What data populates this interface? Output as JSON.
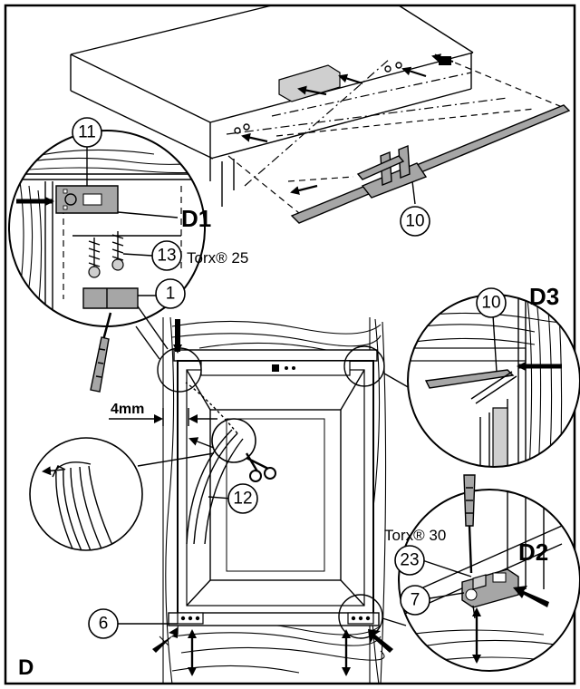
{
  "labels": {
    "figure": "D",
    "detail_d1": "D1",
    "detail_d2": "D2",
    "detail_d3": "D3",
    "torx_25": "Torx® 25",
    "torx_30": "Torx® 30",
    "gap": "4mm"
  },
  "callouts": {
    "c1": "1",
    "c6": "6",
    "c7": "7",
    "c10_top": "10",
    "c10_d3": "10",
    "c11": "11",
    "c12": "12",
    "c13": "13",
    "c23": "23"
  }
}
